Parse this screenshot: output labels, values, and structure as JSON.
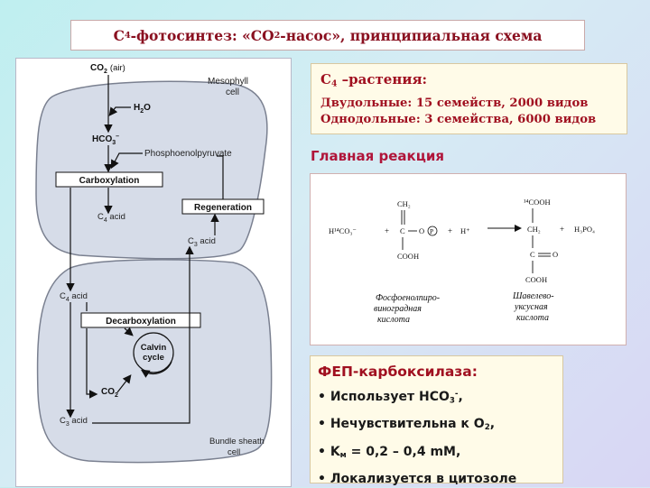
{
  "title": {
    "prefix": "C",
    "sub4": "4",
    "mid": "-фотосинтез: «CO",
    "sub2": "2",
    "suffix": "-насос», принципиальная схема"
  },
  "diagram": {
    "co2_air": "CO2 (air)",
    "co2": "CO",
    "air": "(air)",
    "h2o": "H2O",
    "hco3": "HCO3",
    "mesophyll_1": "Mesophyll",
    "mesophyll_2": "cell",
    "pep": "Phosphoenolpyruvate",
    "carboxylation": "Carboxylation",
    "c4_acid_1": "C4 acid",
    "regeneration": "Regeneration",
    "c3_acid_1": "C3 acid",
    "c4_acid_2": "C4 acid",
    "decarboxylation": "Decarboxylation",
    "calvin_1": "Calvin",
    "calvin_2": "cycle",
    "co2_2": "CO2",
    "c3_acid_2": "C3 acid",
    "bundle_1": "Bundle sheath",
    "bundle_2": "cell"
  },
  "c4_plants": {
    "heading_c": "C",
    "heading_sub": "4",
    "heading_rest": " –растения:",
    "dicots": "Двудольные:   15 семейств,  2000 видов",
    "monocots": "Однодольные:  3 семейства, 6000 видов"
  },
  "main_reaction_label": "Главная реакция",
  "reaction": {
    "hco3": "H¹⁴CO₃⁻",
    "plus1": "+",
    "ch2": "CH₂",
    "c": "C",
    "o": "O",
    "p": "P",
    "cooh1": "COOH",
    "plus2": "+",
    "hplus": "H⁺",
    "cooh_top": "¹⁴COOH",
    "ch2_right": "CH₂",
    "c_right": "C",
    "o_right": "O",
    "cooh_bottom": "COOH",
    "plus3": "+",
    "h3po4": "H₃PO₄",
    "pep_name_1": "Фосфоенолпиро-",
    "pep_name_2": "виноградная",
    "pep_name_3": "кислота",
    "oaa_name_1": "Шавелево-",
    "oaa_name_2": "уксусная",
    "oaa_name_3": "кислота"
  },
  "enzyme": {
    "heading": "ФЕП-карбоксилаза:",
    "item1_pre": "• Использует HCO",
    "item1_sub": "3",
    "item1_sup": "-",
    "item1_post": ",",
    "item2_pre": "• Нечувствительна к O",
    "item2_sub": "2",
    "item2_post": ",",
    "item3_pre": "• K",
    "item3_sub": "м",
    "item3_post": " = 0,2 – 0,4 mM,",
    "item4": "• Локализуется  в цитозоле"
  },
  "colors": {
    "title_red": "#8a1020",
    "heading_red": "#a01020",
    "main_reaction_red": "#b0153a",
    "cell_fill": "#d6dce8",
    "cell_stroke": "#7a8090"
  }
}
